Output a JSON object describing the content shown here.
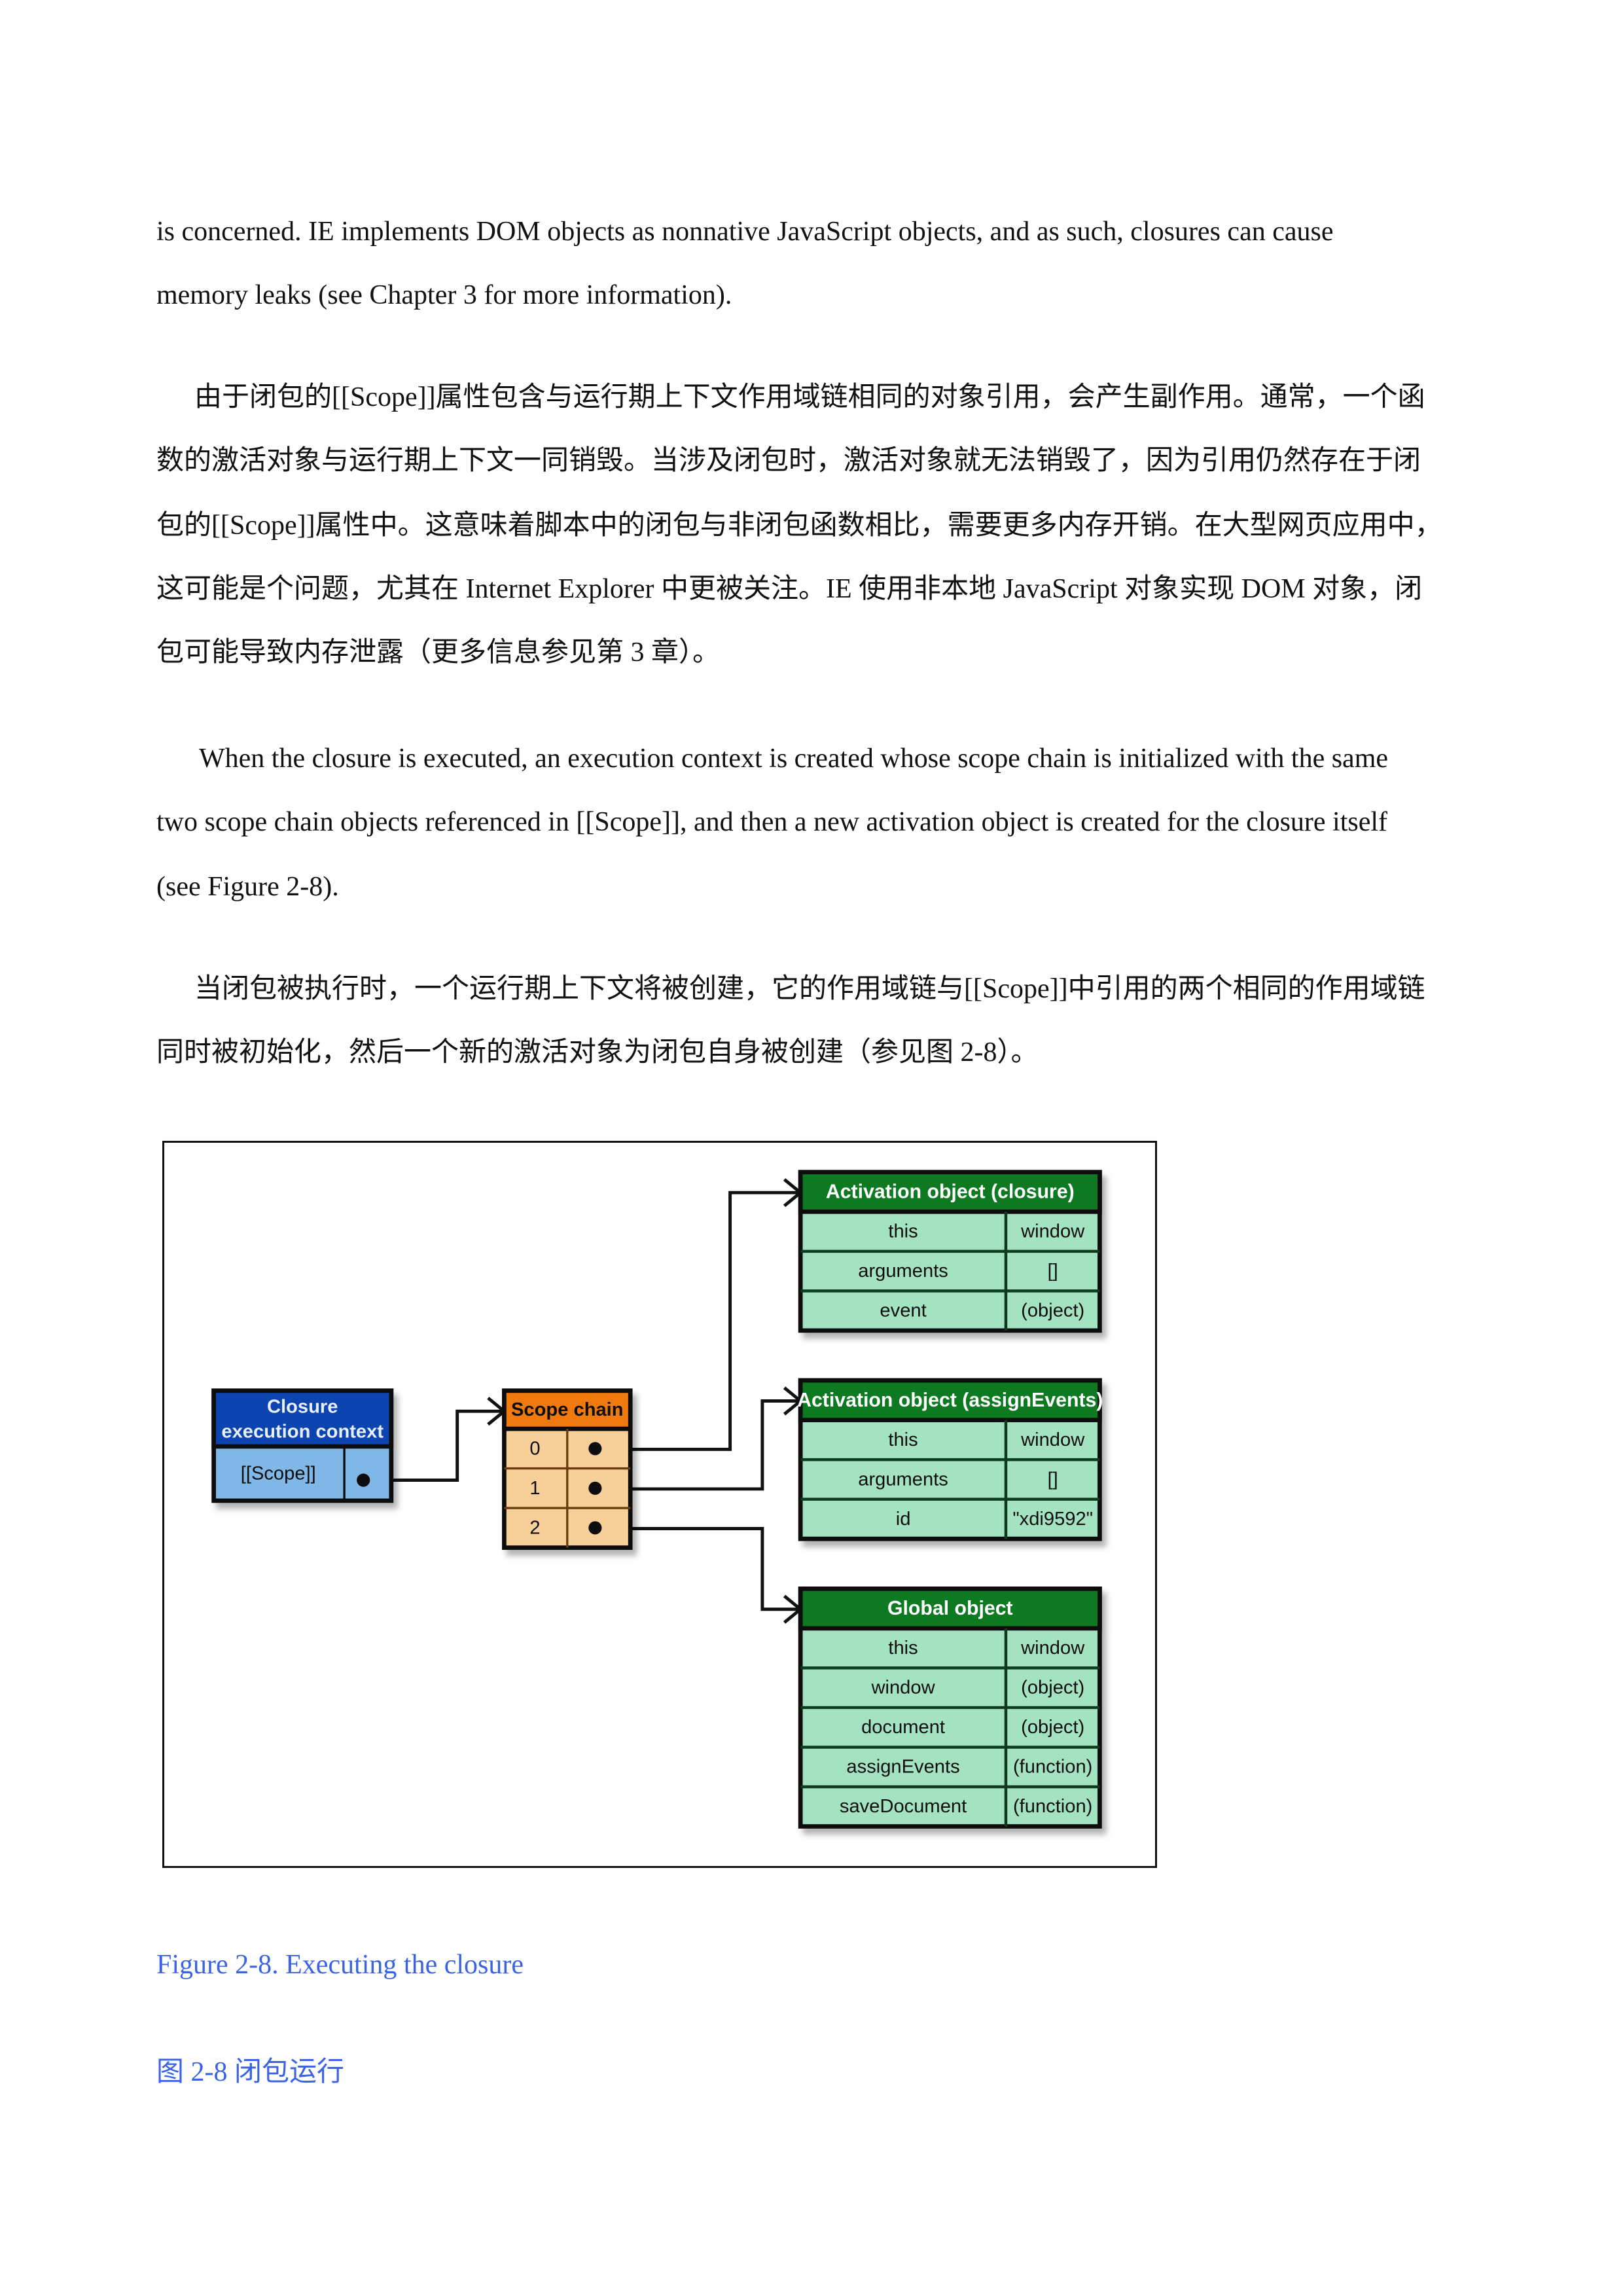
{
  "paragraphs": {
    "p1": [
      "is concerned. IE implements DOM objects as nonnative JavaScript objects, and as such, closures can cause",
      "memory leaks (see Chapter 3 for more information)."
    ],
    "p2": [
      "由于闭包的[[Scope]]属性包含与运行期上下文作用域链相同的对象引用，会产生副作用。通常，一个函",
      "数的激活对象与运行期上下文一同销毁。当涉及闭包时，激活对象就无法销毁了，因为引用仍然存在于闭",
      "包的[[Scope]]属性中。这意味着脚本中的闭包与非闭包函数相比，需要更多内存开销。在大型网页应用中，",
      "这可能是个问题，尤其在 Internet Explorer 中更被关注。IE 使用非本地 JavaScript 对象实现 DOM 对象，闭",
      "包可能导致内存泄露（更多信息参见第 3 章）。"
    ],
    "p3": [
      "When the closure is executed, an execution context is created whose scope chain is initialized with the same",
      "two scope chain objects referenced in [[Scope]], and then a new activation object is created for the closure itself",
      "(see Figure 2-8)."
    ],
    "p4": [
      "当闭包被执行时，一个运行期上下文将被创建，它的作用域链与[[Scope]]中引用的两个相同的作用域链",
      "同时被初始化，然后一个新的激活对象为闭包自身被创建（参见图 2-8）。"
    ]
  },
  "diagram": {
    "closure_context": {
      "title_lines": [
        "Closure",
        "execution context"
      ],
      "row_label": "[[Scope]]"
    },
    "scope_chain": {
      "title": "Scope chain",
      "indices": [
        "0",
        "1",
        "2"
      ]
    },
    "tables": [
      {
        "id": "activation-closure",
        "title": "Activation object (closure)",
        "rows": [
          [
            "this",
            "window"
          ],
          [
            "arguments",
            "[]"
          ],
          [
            "event",
            "(object)"
          ]
        ]
      },
      {
        "id": "activation-assignevents",
        "title": "Activation object (assignEvents)",
        "rows": [
          [
            "this",
            "window"
          ],
          [
            "arguments",
            "[]"
          ],
          [
            "id",
            "\"xdi9592\""
          ]
        ]
      },
      {
        "id": "global-object",
        "title": "Global object",
        "rows": [
          [
            "this",
            "window"
          ],
          [
            "window",
            "(object)"
          ],
          [
            "document",
            "(object)"
          ],
          [
            "assignEvents",
            "(function)"
          ],
          [
            "saveDocument",
            "(function)"
          ]
        ]
      }
    ],
    "colors": {
      "closure_header": "#0a44b0",
      "closure_row": "#7fb8e6",
      "scope_header": "#f07a10",
      "scope_row": "#f7cf98",
      "table_header": "#0a7a23",
      "table_row": "#a3e3c1"
    }
  },
  "captions": {
    "en": "Figure 2-8. Executing the closure",
    "zh": "图 2-8   闭包运行"
  }
}
